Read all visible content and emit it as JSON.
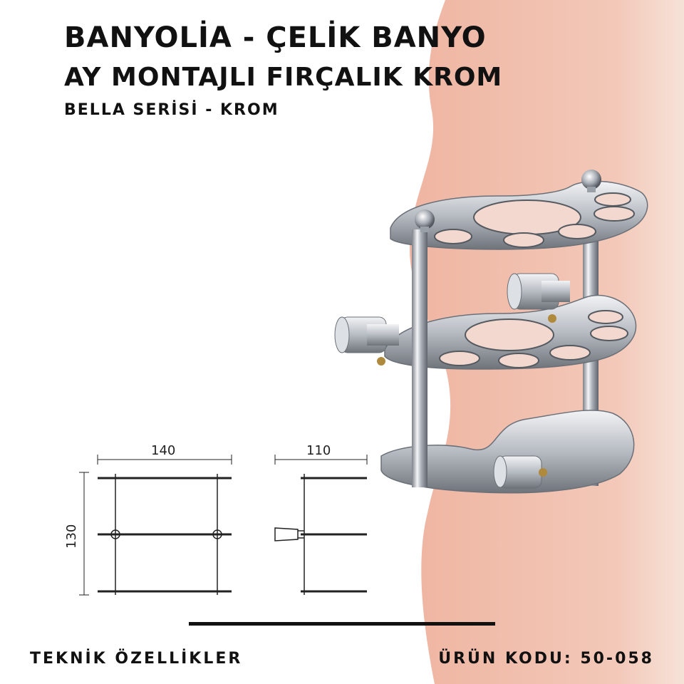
{
  "header": {
    "title_line1": "BANYOLİA - ÇELİK BANYO",
    "title_line2": "AY MONTAJLI FIRÇALIK KROM",
    "subtitle": "BELLA SERİSİ - KROM"
  },
  "drawing": {
    "width_label": "140",
    "depth_label": "110",
    "height_label": "130"
  },
  "footer": {
    "left_label": "TEKNİK ÖZELLİKLER",
    "right_label": "ÜRÜN KODU: 50-058"
  },
  "colors": {
    "accent_salmon": "#efb8a6",
    "text": "#111111",
    "chrome": "#c9ccd1"
  }
}
